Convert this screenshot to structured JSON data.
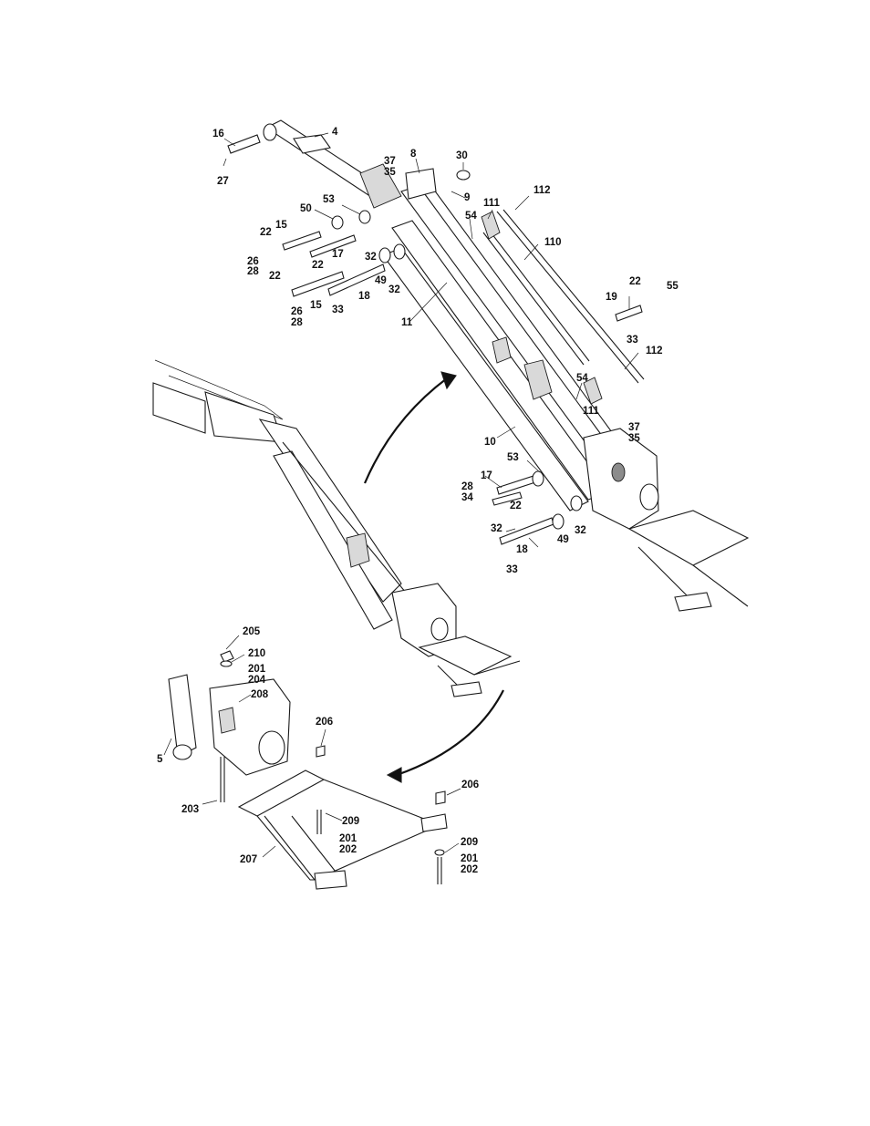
{
  "diagram": {
    "callouts": [
      {
        "id": "c16",
        "text": "16"
      },
      {
        "id": "c4",
        "text": "4"
      },
      {
        "id": "c27",
        "text": "27"
      },
      {
        "id": "c8",
        "text": "8"
      },
      {
        "id": "c30",
        "text": "30"
      },
      {
        "id": "c37a",
        "text": "37"
      },
      {
        "id": "c35a",
        "text": "35"
      },
      {
        "id": "c9",
        "text": "9"
      },
      {
        "id": "c112a",
        "text": "112"
      },
      {
        "id": "c53a",
        "text": "53"
      },
      {
        "id": "c111a",
        "text": "111"
      },
      {
        "id": "c50",
        "text": "50"
      },
      {
        "id": "c54a",
        "text": "54"
      },
      {
        "id": "c22a",
        "text": "22"
      },
      {
        "id": "c15a",
        "text": "15"
      },
      {
        "id": "c110",
        "text": "110"
      },
      {
        "id": "c17a",
        "text": "17"
      },
      {
        "id": "c26a",
        "text": "26"
      },
      {
        "id": "c28a",
        "text": "28"
      },
      {
        "id": "c32a",
        "text": "32"
      },
      {
        "id": "c22b",
        "text": "22"
      },
      {
        "id": "c22c",
        "text": "22"
      },
      {
        "id": "c49a",
        "text": "49"
      },
      {
        "id": "c32b",
        "text": "32"
      },
      {
        "id": "c18a",
        "text": "18"
      },
      {
        "id": "c15b",
        "text": "15"
      },
      {
        "id": "c33a",
        "text": "33"
      },
      {
        "id": "c26b",
        "text": "26"
      },
      {
        "id": "c28b",
        "text": "28"
      },
      {
        "id": "c11",
        "text": "11"
      },
      {
        "id": "c22d",
        "text": "22"
      },
      {
        "id": "c55",
        "text": "55"
      },
      {
        "id": "c19",
        "text": "19"
      },
      {
        "id": "c33b",
        "text": "33"
      },
      {
        "id": "c112b",
        "text": "112"
      },
      {
        "id": "c54b",
        "text": "54"
      },
      {
        "id": "c111b",
        "text": "111"
      },
      {
        "id": "c37b",
        "text": "37"
      },
      {
        "id": "c35b",
        "text": "35"
      },
      {
        "id": "c10",
        "text": "10"
      },
      {
        "id": "c53b",
        "text": "53"
      },
      {
        "id": "c17b",
        "text": "17"
      },
      {
        "id": "c28c",
        "text": "28"
      },
      {
        "id": "c34",
        "text": "34"
      },
      {
        "id": "c22e",
        "text": "22"
      },
      {
        "id": "c32c",
        "text": "32"
      },
      {
        "id": "c49b",
        "text": "49"
      },
      {
        "id": "c32d",
        "text": "32"
      },
      {
        "id": "c18b",
        "text": "18"
      },
      {
        "id": "c33c",
        "text": "33"
      },
      {
        "id": "c205",
        "text": "205"
      },
      {
        "id": "c210",
        "text": "210"
      },
      {
        "id": "c201a",
        "text": "201"
      },
      {
        "id": "c204",
        "text": "204"
      },
      {
        "id": "c208",
        "text": "208"
      },
      {
        "id": "c206a",
        "text": "206"
      },
      {
        "id": "c5",
        "text": "5"
      },
      {
        "id": "c203",
        "text": "203"
      },
      {
        "id": "c206b",
        "text": "206"
      },
      {
        "id": "c209a",
        "text": "209"
      },
      {
        "id": "c201b",
        "text": "201"
      },
      {
        "id": "c202a",
        "text": "202"
      },
      {
        "id": "c207",
        "text": "207"
      },
      {
        "id": "c209b",
        "text": "209"
      },
      {
        "id": "c201c",
        "text": "201"
      },
      {
        "id": "c202b",
        "text": "202"
      }
    ]
  }
}
